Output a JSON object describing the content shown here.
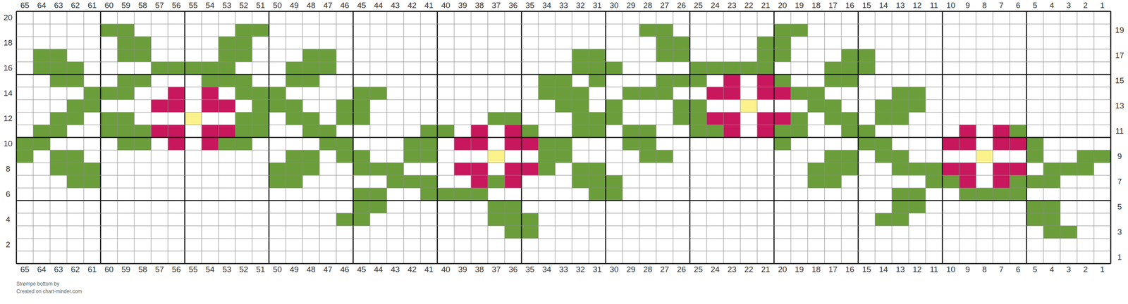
{
  "diagram": {
    "labels": [
      "65",
      "64",
      "63",
      "62",
      "61",
      "60",
      "59",
      "58",
      "57",
      "56",
      "55",
      "54",
      "53",
      "52",
      "51",
      "50",
      "49",
      "48",
      "47",
      "46",
      "45",
      "44",
      "43",
      "42",
      "41",
      "40",
      "39",
      "38",
      "37",
      "36",
      "35",
      "34",
      "33",
      "32",
      "31",
      "30",
      "29",
      "28",
      "27",
      "26",
      "25",
      "24",
      "23",
      "22",
      "21",
      "20",
      "19",
      "18",
      "17",
      "16",
      "15",
      "14",
      "13",
      "12",
      "11",
      "10",
      "9",
      "8",
      "7",
      "6",
      "5",
      "4",
      "3",
      "2",
      "1",
      "20",
      "18",
      "16",
      "14",
      "12",
      "10",
      "8",
      "6",
      "4",
      "2",
      "19",
      "17",
      "15",
      "13",
      "11",
      "9",
      "7",
      "5",
      "3",
      "1",
      "65",
      "64",
      "63",
      "62",
      "61",
      "60",
      "59",
      "58",
      "57",
      "56",
      "55",
      "54",
      "53",
      "52",
      "51",
      "50",
      "49",
      "48",
      "47",
      "46",
      "45",
      "44",
      "43",
      "42",
      "41",
      "40",
      "39",
      "38",
      "37",
      "36",
      "35",
      "34",
      "33",
      "32",
      "31",
      "30",
      "29",
      "28",
      "27",
      "26",
      "25",
      "24",
      "23",
      "22",
      "21",
      "20",
      "19",
      "18",
      "17",
      "16",
      "15",
      "14",
      "13",
      "12",
      "11",
      "10",
      "9",
      "8",
      "7",
      "6",
      "5",
      "4",
      "3",
      "2",
      "1",
      "Strømpe bottom by",
      "Created on chart-minder.com"
    ]
  }
}
